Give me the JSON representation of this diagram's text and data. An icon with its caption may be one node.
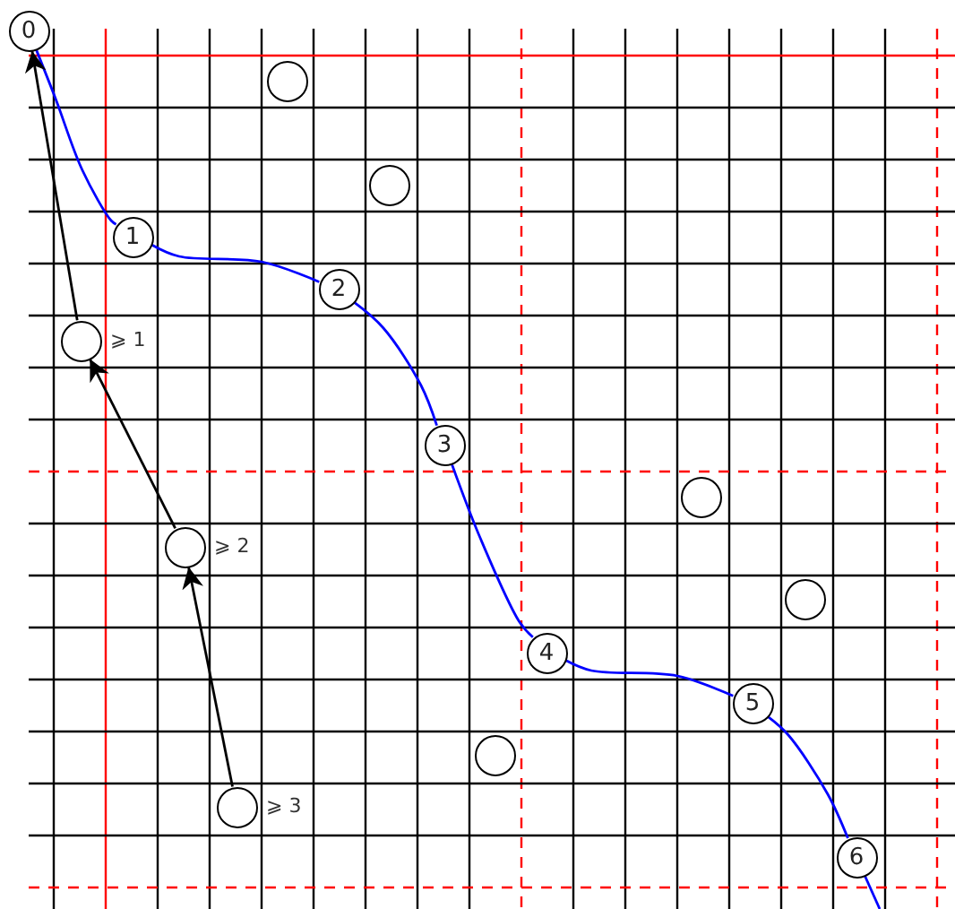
{
  "diagram": {
    "nodes": [
      {
        "text": [
          "0"
        ]
      },
      {
        "text": [],
        "shape": "circle"
      },
      {
        "text": [],
        "shape": "circle"
      },
      {
        "text": [
          "1"
        ]
      },
      {
        "text": [
          "2"
        ]
      },
      {
        "text": [],
        "shape": "circle",
        "beside": [
          "⩾ 1"
        ]
      },
      {
        "text": [
          "3"
        ]
      },
      {
        "text": [],
        "shape": "circle"
      },
      {
        "text": [],
        "shape": "circle",
        "beside": [
          "⩾ 2"
        ]
      },
      {
        "text": [],
        "shape": "circle"
      },
      {
        "text": [
          "4"
        ]
      },
      {
        "text": [
          "5"
        ]
      },
      {
        "text": [],
        "shape": "circle"
      },
      {
        "text": [],
        "shape": "circle",
        "beside": [
          "⩾ 3"
        ]
      },
      {
        "text": [
          "6"
        ]
      }
    ],
    "edges": [
      {
        "from": 0,
        "to": 3,
        "arrow": "none",
        "color": "#0000ff"
      },
      {
        "from": 3,
        "to": 4,
        "arrow": "none",
        "color": "#0000ff"
      },
      {
        "from": 4,
        "to": 6,
        "arrow": "none",
        "color": "#0000ff"
      },
      {
        "from": 6,
        "to": 10,
        "arrow": "none",
        "color": "#0000ff"
      },
      {
        "from": 10,
        "to": 11,
        "arrow": "none",
        "color": "#0000ff"
      },
      {
        "from": 11,
        "to": 14,
        "arrow": "none",
        "color": "#0000ff"
      },
      {
        "from": 14,
        "to": null,
        "arrow": "none",
        "color": "#0000ff"
      },
      {
        "from": 13,
        "to": 8,
        "arrow": "to",
        "color": "#000000"
      },
      {
        "from": 8,
        "to": 5,
        "arrow": "to",
        "color": "#000000"
      },
      {
        "from": 5,
        "to": 0,
        "arrow": "to",
        "color": "#000000"
      }
    ]
  }
}
